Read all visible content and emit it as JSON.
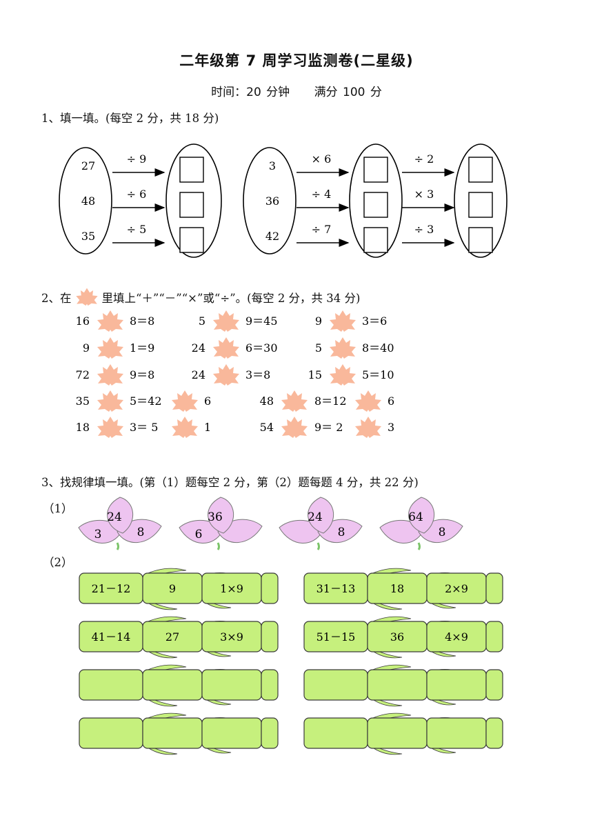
{
  "header": {
    "title": "二年级第 7 周学习监测卷(二星级)",
    "time": "时间：20 分钟",
    "score": "满分 100 分"
  },
  "q1": {
    "label": "1、填一填。(每空 2 分，共 18 分)",
    "left": {
      "inputs": [
        "27",
        "48",
        "35"
      ],
      "ops": [
        "÷ 9",
        "÷ 6",
        "÷ 5"
      ]
    },
    "right": {
      "inputs": [
        "3",
        "36",
        "42"
      ],
      "ops1": [
        "× 6",
        "÷ 4",
        "÷ 7"
      ],
      "ops2": [
        "÷ 2",
        "× 3",
        "÷ 3"
      ]
    }
  },
  "q2": {
    "label_pre": "2、在",
    "label_post": "里填上“＋”“－”“×”或“÷”。(每空 2 分，共 34 分)",
    "rows": [
      [
        [
          "16",
          "8＝8"
        ],
        [
          "5",
          "9＝45"
        ],
        [
          "9",
          "3＝6"
        ]
      ],
      [
        [
          "9",
          "1＝9"
        ],
        [
          "24",
          "6＝30"
        ],
        [
          "5",
          "8＝40"
        ]
      ],
      [
        [
          "72",
          "9＝8"
        ],
        [
          "24",
          "3＝8"
        ],
        [
          "15",
          "5＝10"
        ]
      ],
      [
        [
          "35",
          "5＝42",
          "6"
        ],
        [
          "48",
          "8＝12",
          "6"
        ]
      ],
      [
        [
          "18",
          "3＝ 5",
          "1"
        ],
        [
          "54",
          "9＝ 2",
          "3"
        ]
      ]
    ]
  },
  "q3": {
    "label": "3、找规律填一填。(第（1）题每空 2 分，第（2）题每题 4 分，共 22 分)",
    "part1_label": "（1）",
    "part2_label": "（2）",
    "flowers": [
      {
        "top": "24",
        "left": "3",
        "right": "8"
      },
      {
        "top": "36",
        "left": "6",
        "right": ""
      },
      {
        "top": "24",
        "left": "",
        "right": "8"
      },
      {
        "top": "64",
        "left": "",
        "right": "8"
      }
    ],
    "bamboo": [
      [
        [
          "21－12",
          "9",
          "1×9"
        ],
        [
          "31－13",
          "18",
          "2×9"
        ]
      ],
      [
        [
          "41－14",
          "27",
          "3×9"
        ],
        [
          "51－15",
          "36",
          "4×9"
        ]
      ],
      [
        [
          "",
          "",
          ""
        ],
        [
          "",
          "",
          ""
        ]
      ],
      [
        [
          "",
          "",
          ""
        ],
        [
          "",
          "",
          ""
        ]
      ]
    ]
  },
  "colors": {
    "leaf": "#f9b89b",
    "petal": "#eec4f0",
    "bamboo": "#c6f07d",
    "bamboo_edge": "#3a3a3a",
    "stem": "#9fd66a"
  }
}
